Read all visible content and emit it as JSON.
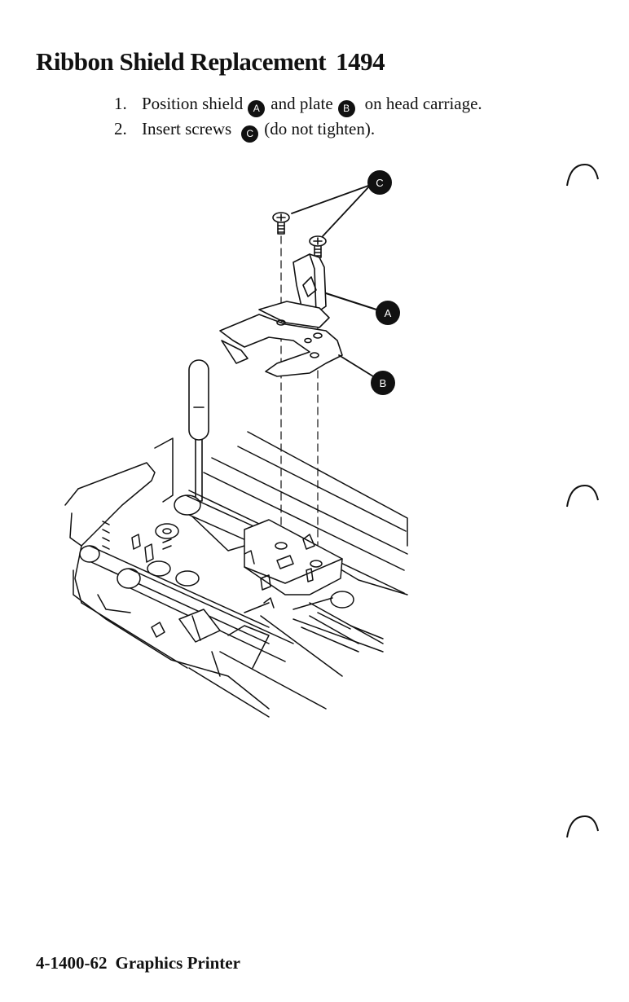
{
  "page": {
    "title": "Ribbon Shield Replacement",
    "title_number": "1494",
    "steps": [
      {
        "num": "1.",
        "pre": "Position shield",
        "badge1": "A",
        "mid": "and plate",
        "badge2": "B",
        "post": "on head carriage."
      },
      {
        "num": "2.",
        "pre": "Insert screws",
        "badge1": "C",
        "post": "(do not tighten)."
      }
    ],
    "figure": {
      "callouts": [
        "C",
        "A",
        "B"
      ]
    },
    "footer": {
      "page_number": "4-1400-62",
      "title": "Graphics Printer"
    }
  }
}
